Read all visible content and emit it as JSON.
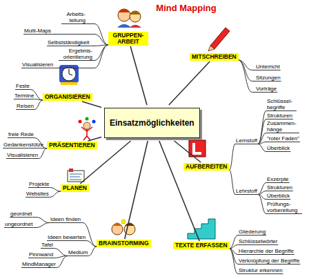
{
  "diagram": {
    "title": "Mind Mapping",
    "nodes": [
      {
        "text": [
          "Einsatzmöglichkeiten"
        ]
      },
      {
        "text": [
          "GRUPPEN- ARBEIT"
        ]
      },
      {
        "text": [
          "MITSCHREIBEN"
        ]
      },
      {
        "text": [
          "ORGANISIEREN"
        ]
      },
      {
        "text": [
          "PRÄSENTIEREN"
        ]
      },
      {
        "text": [
          "AUFBEREITEN"
        ]
      },
      {
        "text": [
          "PLANEN"
        ]
      },
      {
        "text": [
          "BRAINSTORMING"
        ]
      },
      {
        "text": [
          "TEXTE ERFASSEN"
        ]
      }
    ],
    "edges": [
      {
        "from": 0,
        "to": 1,
        "arrow": "none"
      },
      {
        "from": 0,
        "to": 2,
        "arrow": "none"
      },
      {
        "from": 0,
        "to": 3,
        "arrow": "none"
      },
      {
        "from": 0,
        "to": 4,
        "arrow": "none"
      },
      {
        "from": 0,
        "to": 5,
        "arrow": "none"
      },
      {
        "from": 0,
        "to": 6,
        "arrow": "none"
      },
      {
        "from": 0,
        "to": 7,
        "arrow": "none"
      },
      {
        "from": 0,
        "to": 8,
        "arrow": "none"
      }
    ],
    "labels": [
      "Arbeits- teilung",
      "Multi-Maps",
      "Selbstständigkeit",
      "Ergebnis- orientierung",
      "Visualisieren",
      "Unterricht",
      "Sitzungen",
      "Vorträge",
      "Feste",
      "Termine",
      "Reisen",
      "freie Rede",
      "Gedankenstütze",
      "Visualisieren",
      "Lernstoff",
      "Schlüssel- begriffe",
      "Strukturen",
      "Zusammen- hänge",
      "\"roter Faden\"",
      "Überblick",
      "Lehrstoff",
      "Exzerpte",
      "Strukturen",
      "Überblick",
      "Prüfungs- vorbereitung",
      "Projekte",
      "Websites",
      "Ideen finden",
      "geordnet",
      "ungeordnet",
      "Ideen bewerten",
      "Medium",
      "Tafel",
      "Pinnwand",
      "MindManager",
      "Gliederung",
      "Schlüsselwörter",
      "Hierarchie der Begriffe",
      "Verknüpfung der Begriffe",
      "Struktur erkennen"
    ]
  }
}
